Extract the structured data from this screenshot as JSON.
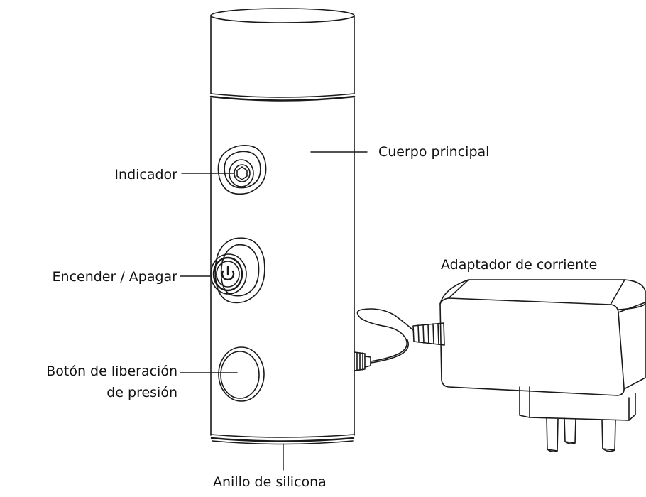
{
  "labels": {
    "cuerpo": "Cuerpo principal",
    "indicador": "Indicador",
    "encender": "Encender / Apagar",
    "adaptador": "Adaptador de corriente",
    "boton_line1": "Botón de liberación",
    "boton_line2": "de presión",
    "anillo": "Anillo de silicona"
  },
  "icons": {
    "power": "power-icon"
  },
  "colors": {
    "line": "#1a1a1a",
    "background": "#ffffff"
  }
}
